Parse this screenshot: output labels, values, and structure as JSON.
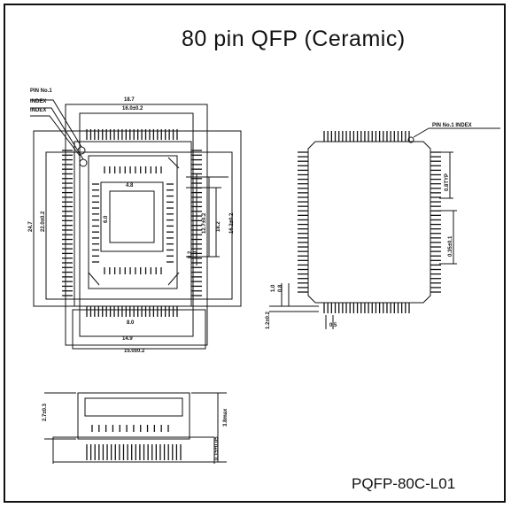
{
  "title": "80 pin QFP (Ceramic)",
  "package_code": "PQFP-80C-L01",
  "labels": {
    "pin1_index": "PIN No.1",
    "index_a": "INDEX",
    "index_b": "INDEX",
    "pin1_index_right": "PIN No.1 INDEX",
    "dim_top_outer": "18.7",
    "dim_top_inner": "16.0±0.2",
    "dim_left_outer": "24.7",
    "dim_left_inner": "22.0±0.2",
    "dim_right_a": "12.7±0.2",
    "dim_right_b": "18.2",
    "dim_right_c": "16.2±0.2",
    "dim_bottom_a": "8.0",
    "dim_bottom_b": "14.9",
    "dim_bottom_c": "15.0±0.2",
    "cavity_w": "4.8",
    "cavity_h": "6.0",
    "pitch_right": "0.8TYP",
    "lead_w": "0.35±0.1",
    "dim_8_2": "8.2",
    "dim_1_0": "1.0",
    "lead_side_a": "1.0",
    "lead_side_b": "0.8",
    "lead_len": "1.2±0.2",
    "lead_t": "0.5",
    "side_h": "2.7±0.3",
    "side_h2": "3.8max",
    "side_lead": "0.15±0.05"
  },
  "colors": {
    "ink": "#111111",
    "paper": "#ffffff"
  }
}
